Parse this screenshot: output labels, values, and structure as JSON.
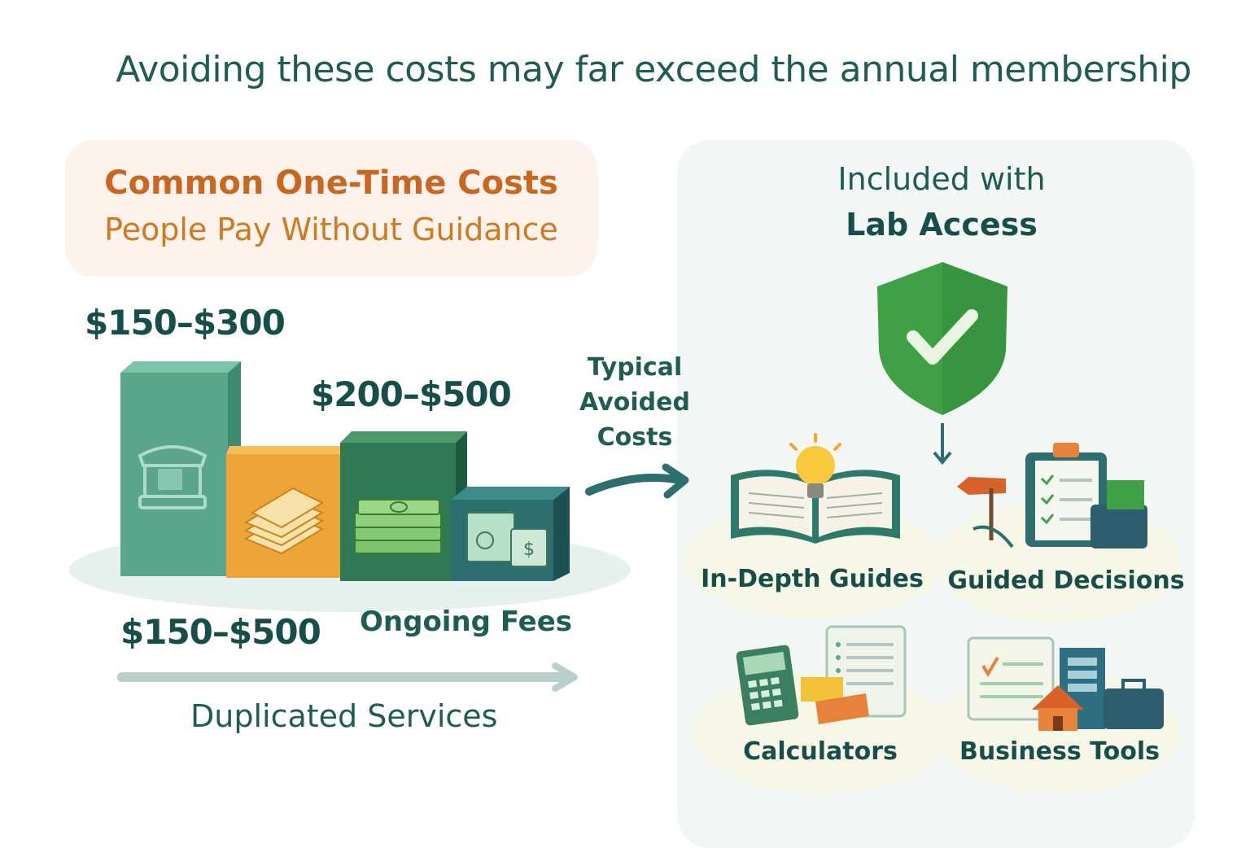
{
  "headline": "Avoiding these costs may far exceed the annual membership",
  "left_card": {
    "title": "Common One-Time Costs",
    "subtitle": "People Pay Without Guidance"
  },
  "costs": {
    "price_a": "$150–$300",
    "price_b": "$200–$500",
    "price_c": "$150–$500",
    "ongoing_label": "Ongoing Fees",
    "duplicated_label": "Duplicated Services"
  },
  "arrow_label": [
    "Typical",
    "Avoided",
    "Costs"
  ],
  "right_panel": {
    "included_line1": "Included with",
    "included_line2": "Lab Access",
    "features": {
      "guides": "In-Depth Guides",
      "decisions": "Guided Decisions",
      "calculators": "Calculators",
      "business": "Business Tools"
    }
  },
  "colors": {
    "teal_dark": "#184e49",
    "orange": "#c9661f",
    "green_shield": "#3fa046",
    "bar_teal": "#5aa58c",
    "bar_orange": "#eda53a",
    "bar_green": "#2f7a55",
    "bar_darkteal": "#2d6e6e"
  }
}
